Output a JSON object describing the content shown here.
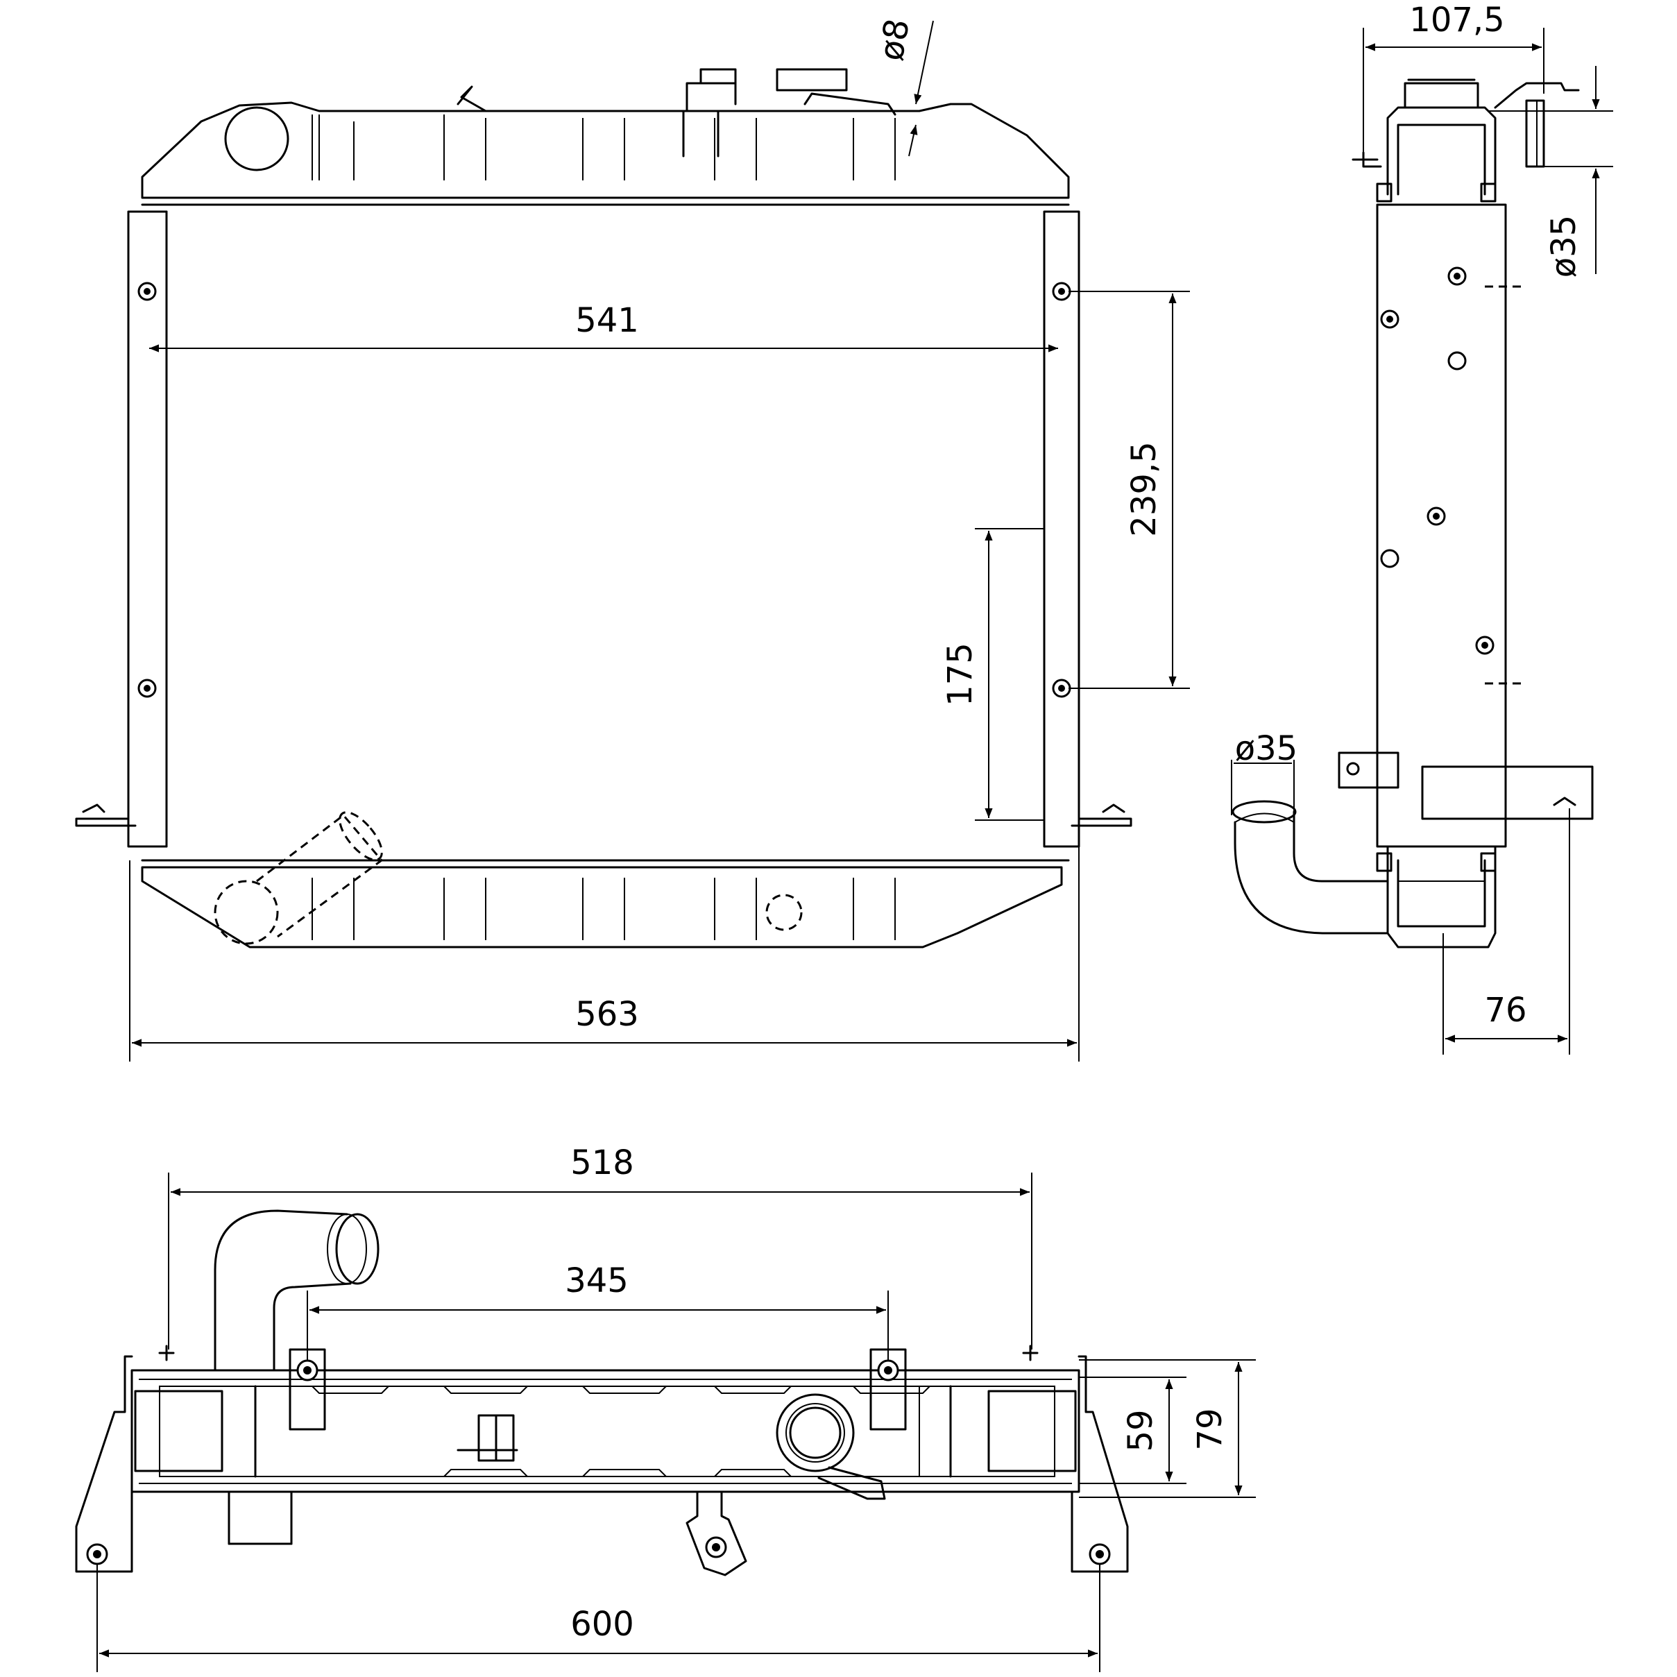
{
  "dimensions": {
    "front_core_width": "541",
    "front_overall_width": "563",
    "front_mount_spacing": "239,5",
    "front_lower_height": "175",
    "front_cap_diameter": "ø8",
    "side_depth": "107,5",
    "side_inlet_diameter": "ø35",
    "side_outlet_diameter": "ø35",
    "side_outlet_offset": "76",
    "bottom_tank_width": "518",
    "bottom_mount_spacing": "345",
    "bottom_overall_width": "600",
    "bottom_depth_inner": "59",
    "bottom_depth_outer": "79"
  },
  "colors": {
    "line": "#000000",
    "background": "#ffffff"
  }
}
